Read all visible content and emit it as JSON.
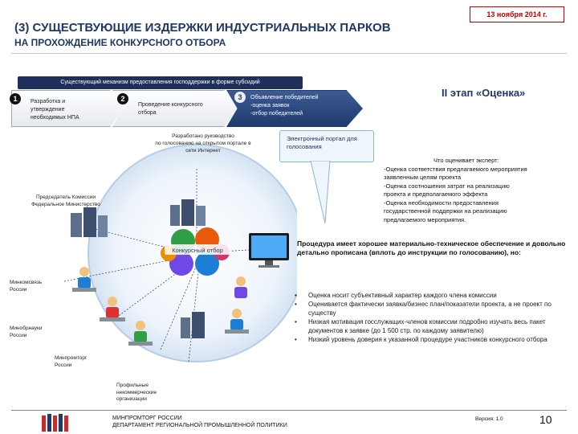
{
  "header": {
    "date": "13 ноября 2014 г.",
    "title": "(3) СУЩЕСТВУЮЩИЕ ИЗДЕРЖКИ ИНДУСТРИАЛЬНЫХ ПАРКОВ",
    "subtitle": "НА ПРОХОЖДЕНИЕ КОНКУРСНОГО ОТБОРА"
  },
  "mechanism": {
    "title": "Существующий механизм предоставления господдержки в форме субсидий",
    "steps": [
      {
        "num": "1",
        "lines": [
          "Разработка и",
          "утверждение",
          "необходимых НПА"
        ]
      },
      {
        "num": "2",
        "lines": [
          "Проведение конкурсного",
          "отбора"
        ]
      },
      {
        "num": "3",
        "lines": [
          "Объявление победителей",
          "-оценка заявок",
          "-отбор победителей"
        ]
      }
    ]
  },
  "stage_label": "II этап «Оценка»",
  "callouts": {
    "guide": [
      "Разработано руководство",
      "по голосованию на открытом портале в",
      "сети Интернет"
    ],
    "portal": [
      "Электронный портал для",
      "голосования"
    ]
  },
  "diagram": {
    "center": "Конкурсный отбор",
    "participants": {
      "chair": [
        "Председатель Комиссии",
        "Федеральное Министерство"
      ],
      "mincomsvyaz": [
        "Минкомсвязь",
        "России"
      ],
      "minobrnauki": [
        "Минобрнауки",
        "России"
      ],
      "minpromtorg": [
        "Минпромторг",
        "России"
      ],
      "nko": [
        "Профильные",
        "некоммерческие",
        "организации"
      ]
    }
  },
  "expert": {
    "heading": "Что оценивает эксперт:",
    "items": [
      "-Оценка соответствия предлагаемого мероприятия",
      "заявленным целям проекта",
      "-Оценка соотношения затрат на реализацию",
      "проекта и предполагаемого эффекта",
      "-Оценка необходимости предоставления",
      "государственной поддержки на реализацию",
      "предлагаемого мероприятия."
    ]
  },
  "procedure": {
    "text": "Процедура имеет хорошее материально-техническое обеспечение и довольно детально прописана (вплоть до инструкции по голосованию), но:",
    "bullets": [
      "Оценка носит субъективный характер каждого члена комиссии",
      "Оценивается фактически заявка/бизнес план/показатели проекта, а не проект по существу",
      "Низкая мотивация госслужащих-членов комиссии подробно изучать весь пакет документов к заявке (до 1 500 стр. по каждому заявителю)",
      "Низкий уровень доверия к указанной процедуре участников конкурсного отбора"
    ],
    "bullet_glyph": "•"
  },
  "footer": {
    "ministry_line1": "МИНПРОМТОРГ РОССИИ",
    "ministry_line2": "ДЕПАРТАМЕНТ РЕГИОНАЛЬНОЙ ПРОМЫШЛЕННОЙ ПОЛИТИКИ",
    "version": "Версия: 1.0",
    "page": "10"
  },
  "colors": {
    "accent_navy": "#1f3864",
    "date_red": "#c00000",
    "chevron_active": "#1f3a6e"
  }
}
